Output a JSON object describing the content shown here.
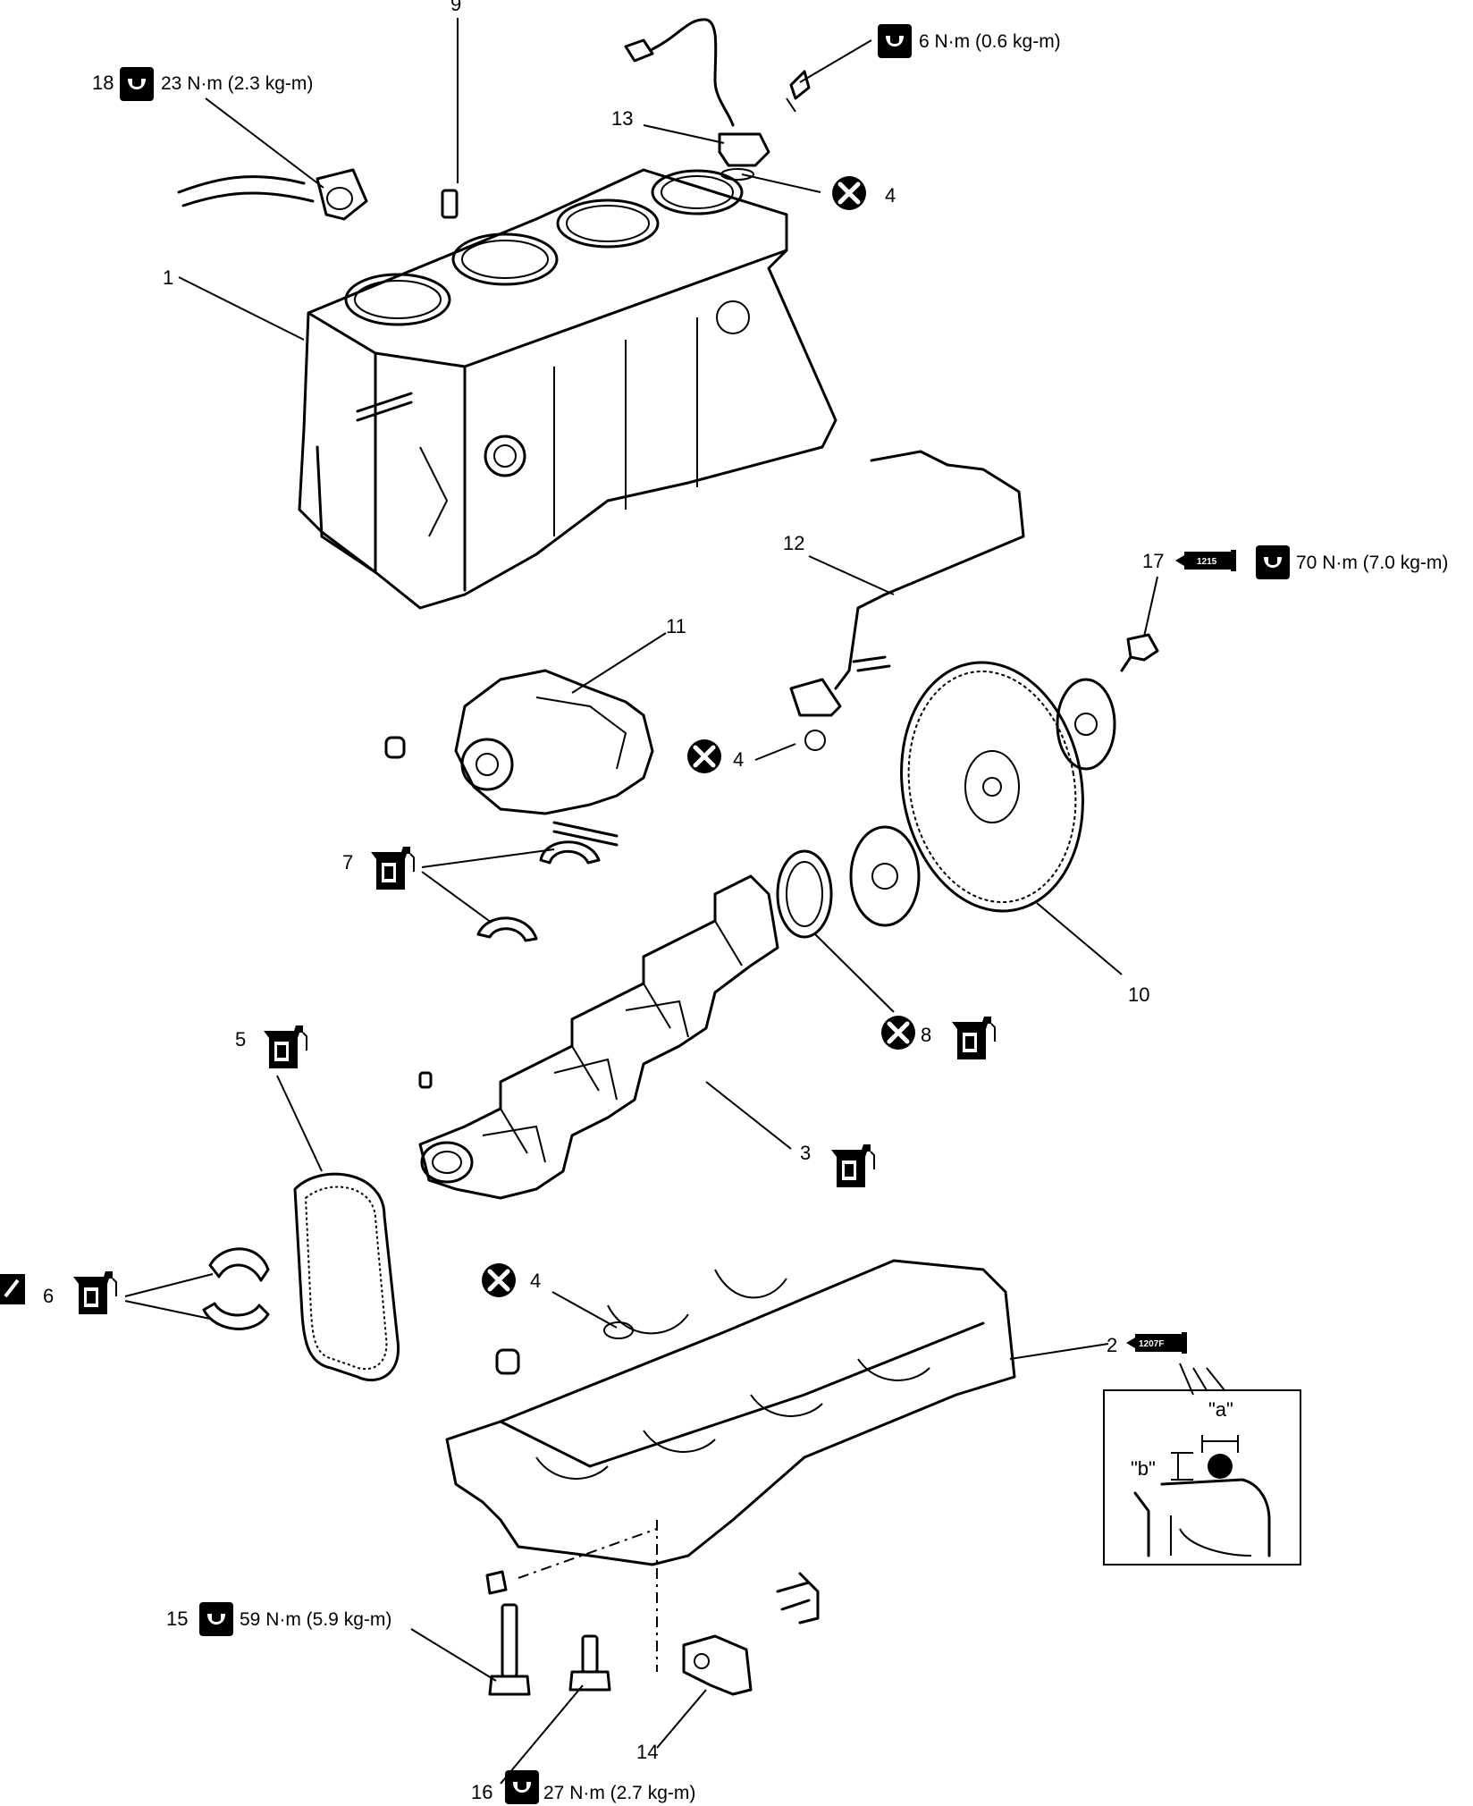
{
  "labels": {
    "p1": "1",
    "p2": "2",
    "p3": "3",
    "p4a": "4",
    "p4b": "4",
    "p4c": "4",
    "p5": "5",
    "p6": "6",
    "p7": "7",
    "p8": "8",
    "p9": "9",
    "p10": "10",
    "p11": "11",
    "p12": "12",
    "p13": "13",
    "p14": "14",
    "p15": "15",
    "p16": "16",
    "p17": "17",
    "p18": "18"
  },
  "torques": {
    "t6": "6 N·m (0.6 kg-m)",
    "t18": "23 N·m (2.3 kg-m)",
    "t17": "70 N·m (7.0 kg-m)",
    "t15": "59 N·m (5.9 kg-m)",
    "t16": "27 N·m (2.7 kg-m)"
  },
  "sealant_codes": {
    "c17": "1215",
    "c2": "1207F"
  },
  "detail": {
    "a": "\"a\"",
    "b": "\"b\""
  },
  "icons": {
    "torque": "wrench-torque-icon",
    "replace": "do-not-reuse-icon",
    "oil": "oil-can-icon",
    "sealant": "sealant-tube-icon",
    "select": "selective-part-icon"
  }
}
